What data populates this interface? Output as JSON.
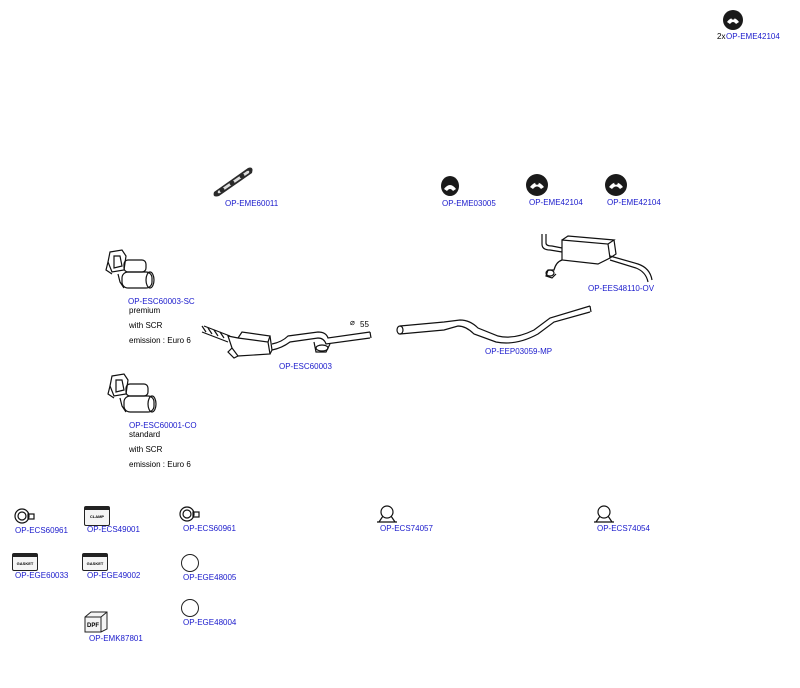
{
  "parts": {
    "top_mount": {
      "prefix": "2x",
      "code": "OP-EME42104",
      "icon": "rubber-mount-icon"
    },
    "bracket": {
      "code": "OP-EME60011",
      "icon": "bracket-icon"
    },
    "mount_a": {
      "code": "OP-EME03005",
      "icon": "rubber-mount-icon"
    },
    "mount_b": {
      "code": "OP-EME42104",
      "icon": "rubber-mount-icon"
    },
    "mount_c": {
      "code": "OP-EME42104",
      "icon": "rubber-mount-icon"
    },
    "rear_silencer": {
      "code": "OP-EES48110-OV",
      "icon": "silencer-icon"
    },
    "dpf_premium": {
      "code": "OP-ESC60003-SC",
      "notes": [
        "premium",
        "with SCR",
        "emission : Euro 6"
      ],
      "icon": "dpf-icon"
    },
    "front_pipe": {
      "code": "OP-ESC60003",
      "diameter": "55",
      "icon": "front-pipe-icon"
    },
    "middle_pipe": {
      "code": "OP-EEP03059-MP",
      "icon": "middle-pipe-icon"
    },
    "dpf_standard": {
      "code": "OP-ESC60001-CO",
      "notes": [
        "standard",
        "with SCR",
        "emission : Euro 6"
      ],
      "icon": "dpf-icon"
    },
    "clamp_1": {
      "code": "OP-ECS60961",
      "icon": "clamp-icon"
    },
    "clamp_2": {
      "code": "OP-ECS49001",
      "icon": "clamp-kit-icon",
      "tag": "CLAMP"
    },
    "clamp_3": {
      "code": "OP-ECS60961",
      "icon": "clamp-icon"
    },
    "clamp_4": {
      "code": "OP-ECS74057",
      "icon": "u-clamp-icon"
    },
    "clamp_5": {
      "code": "OP-ECS74054",
      "icon": "u-clamp-icon"
    },
    "gasket_1": {
      "code": "OP-EGE60033",
      "icon": "gasket-kit-icon",
      "tag": "GASKET"
    },
    "gasket_2": {
      "code": "OP-EGE49002",
      "icon": "gasket-kit-icon",
      "tag": "GASKET"
    },
    "gasket_3": {
      "code": "OP-EGE48005",
      "icon": "ring-gasket-icon"
    },
    "gasket_4": {
      "code": "OP-EGE48004",
      "icon": "ring-gasket-icon"
    },
    "mount_kit": {
      "code": "OP-EMK87801",
      "icon": "dpf-kit-icon",
      "tag": "DPF"
    }
  }
}
